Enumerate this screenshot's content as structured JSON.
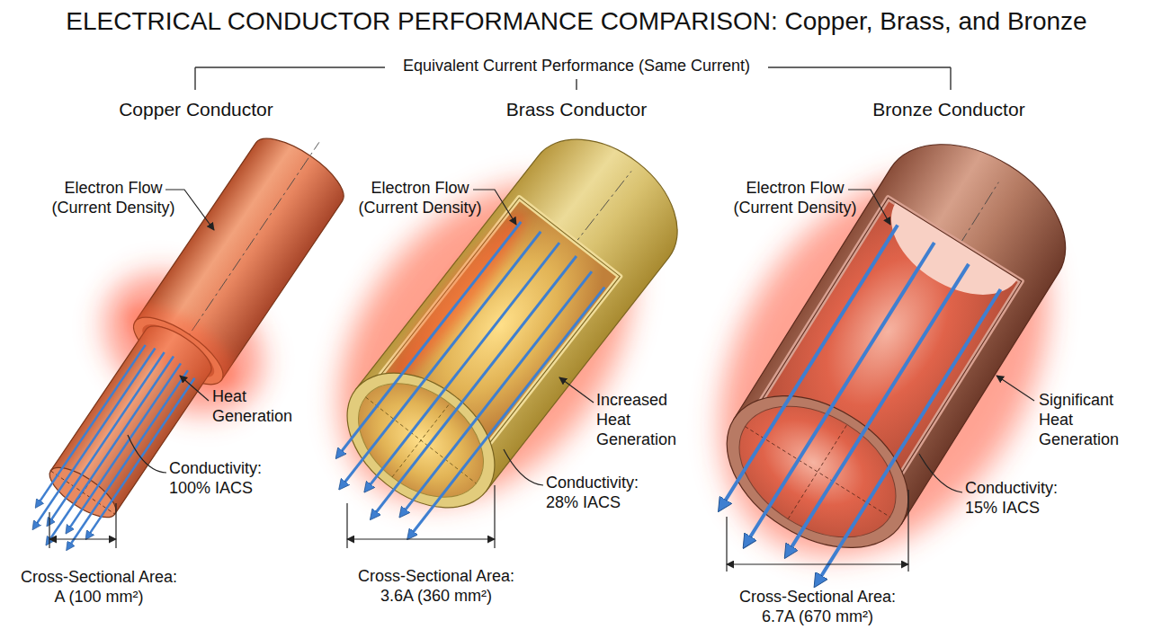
{
  "diagram": {
    "title": "ELECTRICAL CONDUCTOR PERFORMANCE COMPARISON: Copper, Brass, and Bronze",
    "labels": [
      "Equivalent Current Performance (Same Current)",
      "Copper Conductor",
      "Brass Conductor",
      "Bronze Conductor",
      "Electron Flow (Current Density)",
      "Heat Generation",
      "Conductivity: 100% IACS",
      "Cross-Sectional Area: A (100 mm²)",
      "Electron Flow (Current Density)",
      "Increased Heat Generation",
      "Conductivity: 28% IACS",
      "Cross-Sectional Area: 3.6A (360 mm²)",
      "Electron Flow (Current Density)",
      "Significant Heat Generation",
      "Conductivity: 15% IACS",
      "Cross-Sectional Area: 6.7A (670 mm²)"
    ]
  }
}
